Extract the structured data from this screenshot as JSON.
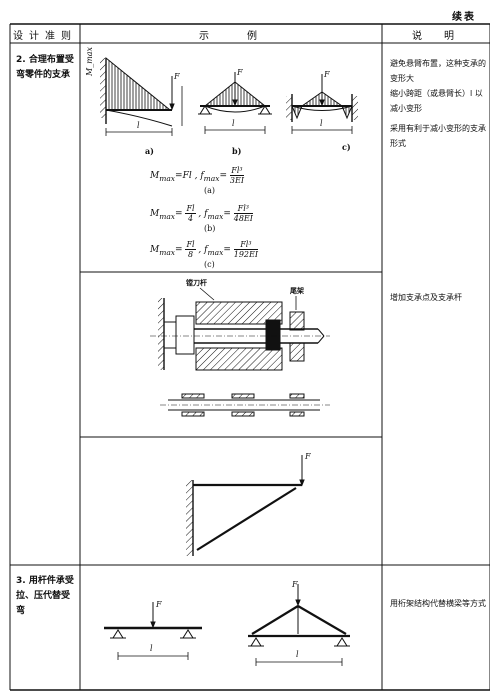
{
  "continued": "续表",
  "header": {
    "col1": "设计准则",
    "col2": "示　　例",
    "col3": "说　明"
  },
  "row2": {
    "criterion": "2. 合理布置受弯零件的支承",
    "note_a": "避免悬臂布置，这种支承的变形大",
    "note_b": "缩小跨距（或悬臂长）l 以减小变形",
    "note_c": "采用有利于减小变形的支承形式",
    "note_d": "增加支承点及支承杆",
    "captions": [
      "a)",
      "b)",
      "c)"
    ],
    "axis_label": "M_max",
    "load": "F",
    "span": "l",
    "f1": "Mmax = Fl , fmax = Fl³/3EI",
    "f1_tag": "(a)",
    "f2": "Mmax = Fl/4 , fmax = Fl³/48EI",
    "f2_tag": "(b)",
    "f3": "Mmax = Fl/8 , fmax = Fl³/192EI",
    "f3_tag": "(c)",
    "label_toolbar": "镗刀杆",
    "label_tail": "尾架"
  },
  "row3": {
    "criterion": "3. 用杆件承受拉、压代替受弯",
    "note": "用桁架结构代替横梁等方式",
    "load": "F",
    "span": "l"
  }
}
